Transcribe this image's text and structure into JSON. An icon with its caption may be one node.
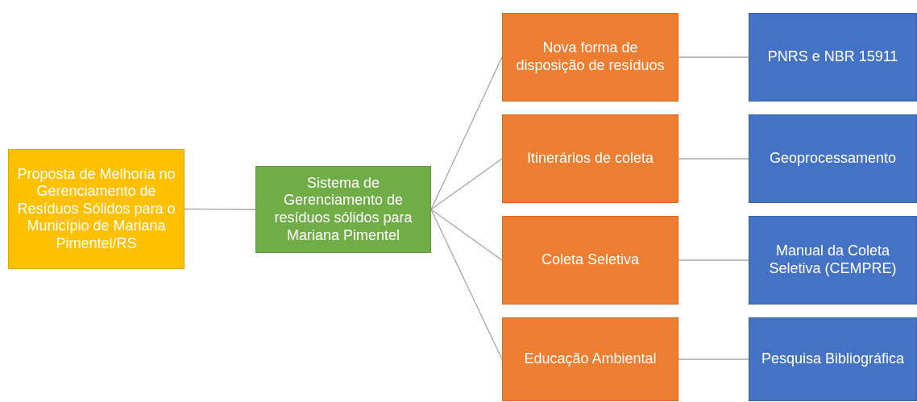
{
  "diagram": {
    "nodes": [
      {
        "text": [
          "Proposta de Melhoria no Gerenciamento de Resíduos Sólidos para o Município de Mariana Pimentel/RS"
        ]
      },
      {
        "text": [
          "Sistema de Gerenciamento de resíduos sólidos para Mariana Pimentel"
        ]
      },
      {
        "text": [
          "Nova forma de disposição de resíduos"
        ]
      },
      {
        "text": [
          "PNRS e NBR 15911"
        ]
      },
      {
        "text": [
          "Itinerários de coleta"
        ]
      },
      {
        "text": [
          "Geoprocessamento"
        ]
      },
      {
        "text": [
          "Coleta Seletiva"
        ]
      },
      {
        "text": [
          "Manual da Coleta Seletiva (CEMPRE)"
        ]
      },
      {
        "text": [
          "Educação Ambiental"
        ]
      },
      {
        "text": [
          "Pesquisa Bibliográfica"
        ]
      }
    ],
    "edges": [
      {
        "from": 0,
        "to": 1,
        "arrow": "none"
      },
      {
        "from": 1,
        "to": 2,
        "arrow": "none"
      },
      {
        "from": 1,
        "to": 4,
        "arrow": "none"
      },
      {
        "from": 1,
        "to": 6,
        "arrow": "none"
      },
      {
        "from": 1,
        "to": 8,
        "arrow": "none"
      },
      {
        "from": 2,
        "to": 3,
        "arrow": "none"
      },
      {
        "from": 4,
        "to": 5,
        "arrow": "none"
      },
      {
        "from": 6,
        "to": 7,
        "arrow": "none"
      },
      {
        "from": 8,
        "to": 9,
        "arrow": "none"
      }
    ]
  }
}
